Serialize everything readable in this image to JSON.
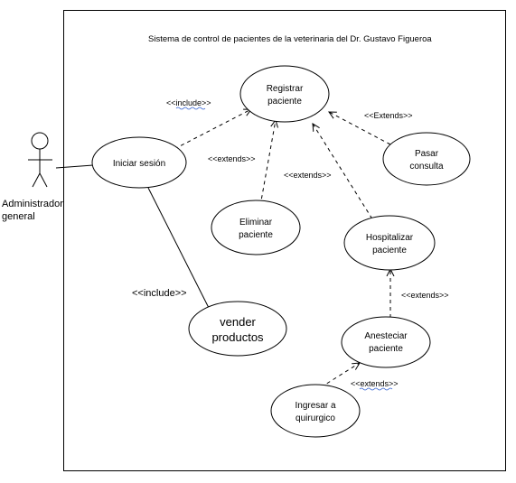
{
  "title": "Sistema de control de pacientes de la veterinaria del Dr. Gustavo Figueroa",
  "actor": {
    "line1": "Administrador",
    "line2": "general"
  },
  "use_cases": {
    "registrar": {
      "line1": "Registrar",
      "line2": "paciente"
    },
    "iniciar": {
      "line1": "Iniciar sesión"
    },
    "eliminar": {
      "line1": "Eliminar",
      "line2": "paciente"
    },
    "pasar": {
      "line1": "Pasar",
      "line2": "consulta"
    },
    "hospitalizar": {
      "line1": "Hospitalizar",
      "line2": "paciente"
    },
    "vender": {
      "line1": "vender",
      "line2": "productos"
    },
    "anestesiar": {
      "line1": "Anesteciar",
      "line2": "paciente"
    },
    "ingresar": {
      "line1": "Ingresar a",
      "line2": "quirurgico"
    }
  },
  "relations": {
    "include_registrar": "<<include>>",
    "extends_eliminar": "<<extends>>",
    "extends_pasar": "<<Extends>>",
    "extends_hospitalizar": "<<extends>>",
    "include_vender": "<<include>>",
    "extends_anestesiar": "<<extends>>",
    "extends_ingresar": "<<extends>>"
  }
}
